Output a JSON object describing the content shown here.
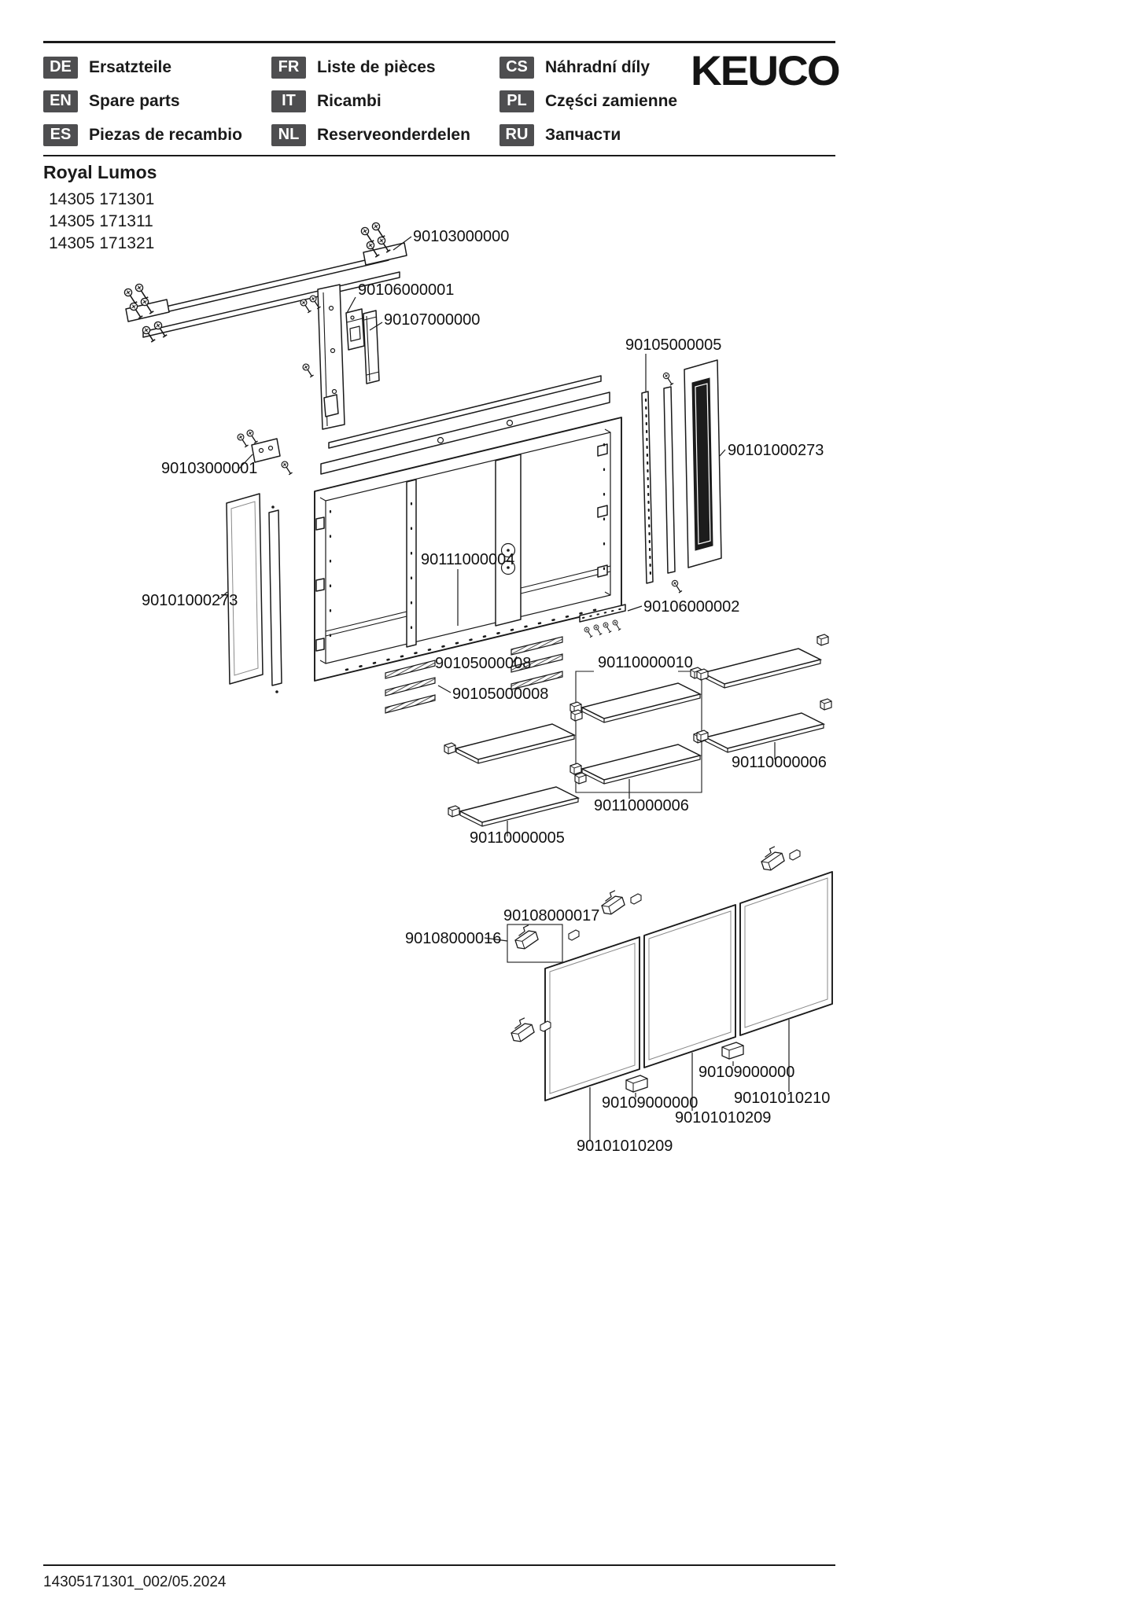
{
  "page": {
    "brand": "KEUCO",
    "footer_code": "14305171301_002/05.2024"
  },
  "languages": [
    {
      "code": "DE",
      "label": "Ersatzteile"
    },
    {
      "code": "FR",
      "label": "Liste de pièces"
    },
    {
      "code": "CS",
      "label": "Náhradní díly"
    },
    {
      "code": "EN",
      "label": "Spare parts"
    },
    {
      "code": "IT",
      "label": "Ricambi"
    },
    {
      "code": "PL",
      "label": "Części zamienne"
    },
    {
      "code": "ES",
      "label": "Piezas de recambio"
    },
    {
      "code": "NL",
      "label": "Reserveonderdelen"
    },
    {
      "code": "RU",
      "label": "Запчасти"
    }
  ],
  "product": {
    "name": "Royal Lumos",
    "models": [
      "14305 171301",
      "14305 171311",
      "14305 171321"
    ]
  },
  "diagram": {
    "part_labels": [
      "90103000000",
      "90106000001",
      "90107000000",
      "90105000005",
      "90101000273",
      "90103000001",
      "90111000004",
      "90101000273",
      "90106000002",
      "90105000008",
      "90105000008",
      "90110000010",
      "90110000006",
      "90110000006",
      "90110000005",
      "90108000017",
      "90108000016",
      "90109000000",
      "90101010210",
      "90109000000",
      "90101010209",
      "90101010209"
    ]
  }
}
